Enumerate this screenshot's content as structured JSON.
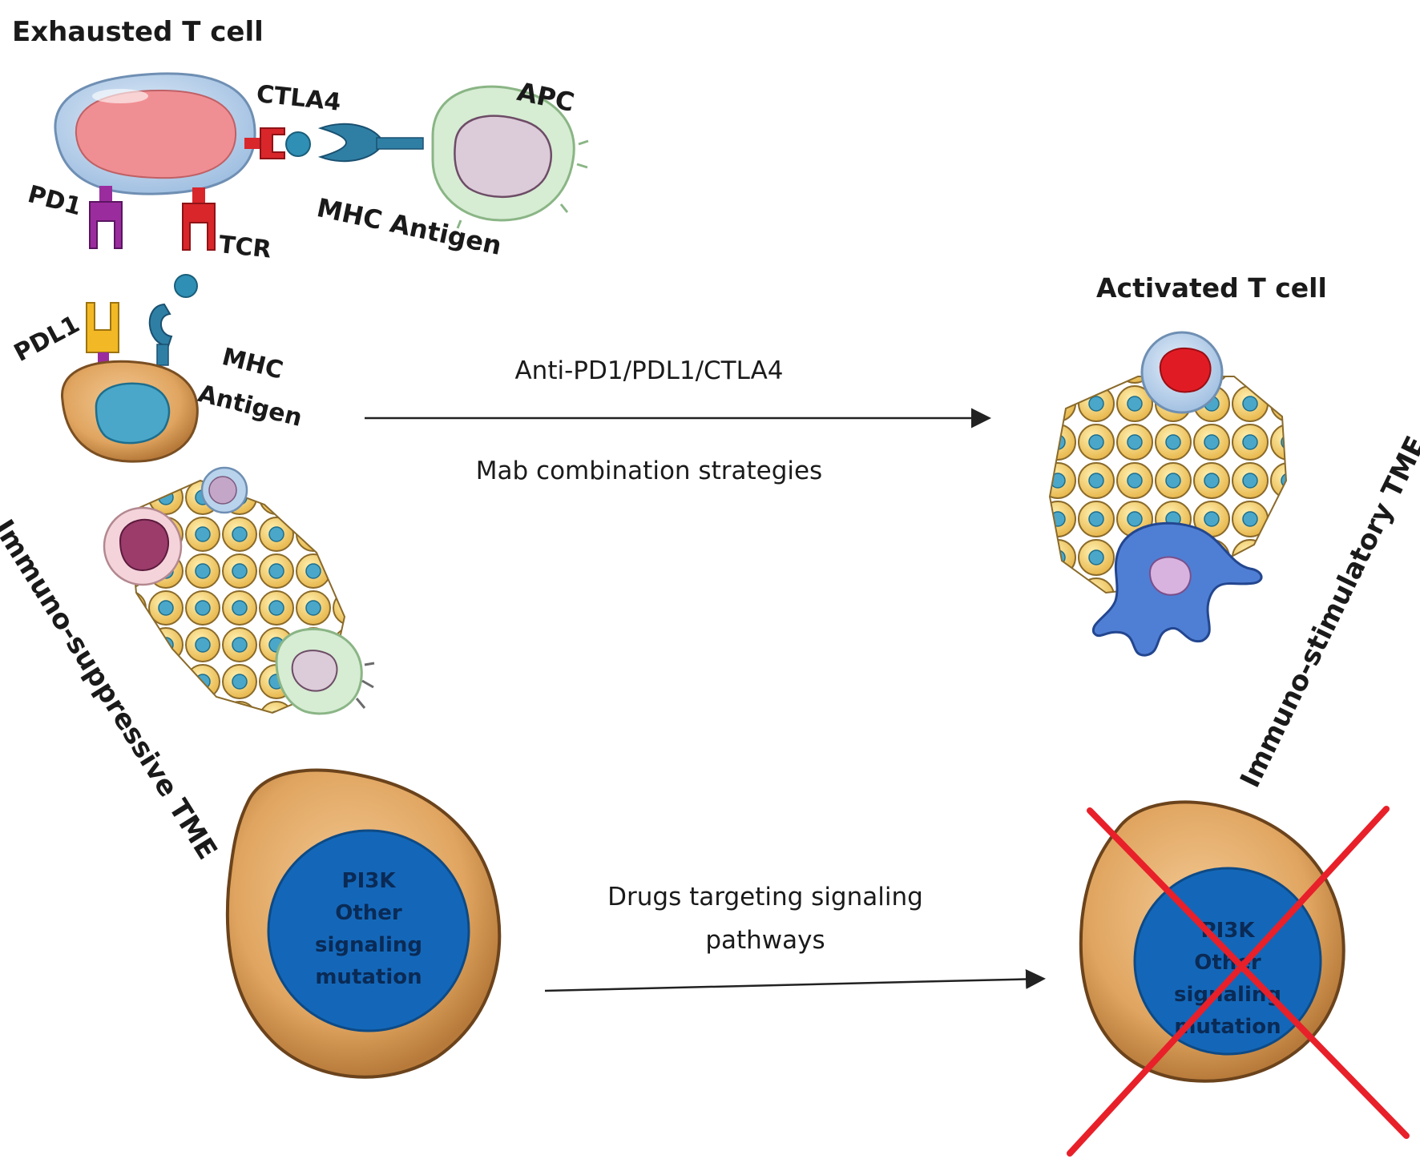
{
  "labels": {
    "exhausted_t_cell": "Exhausted T cell",
    "ctla4": "CTLA4",
    "apc": "APC",
    "pd1": "PD1",
    "tcr": "TCR",
    "mhc_antigen_apc": "MHC Antigen",
    "pdl1": "PDL1",
    "mhc": "MHC",
    "antigen": "Antigen",
    "activated_t_cell": "Activated T cell",
    "immuno_suppressive": "Immuno-suppressive TME",
    "immuno_stimulatory": "Immuno-stimulatory TME"
  },
  "arrows": {
    "top_above": "Anti-PD1/PDL1/CTLA4",
    "top_below": "Mab combination strategies",
    "bottom_line1": "Drugs targeting signaling",
    "bottom_line2": "pathways"
  },
  "tumor_left": {
    "lines": [
      "PI3K",
      "Other",
      "signaling",
      "mutation"
    ]
  },
  "tumor_right": {
    "lines": [
      "PI3K",
      "Other",
      "signaling",
      "mutation"
    ]
  },
  "colors": {
    "t_cell_outer": "#b9d3ec",
    "t_cell_nucleus": "#f08f93",
    "ctla4": "#d8262b",
    "pd1": "#9b2c9e",
    "tcr": "#d8262b",
    "mhc": "#2f7fa5",
    "pdl1": "#f2b825",
    "apc_body": "#d6ecd3",
    "apc_nucleus": "#dccbd8",
    "tumor_cell": "#e2a868",
    "tumor_nucleus": "#1467b8",
    "x_mark": "#e8202a",
    "arrow": "#222222"
  }
}
